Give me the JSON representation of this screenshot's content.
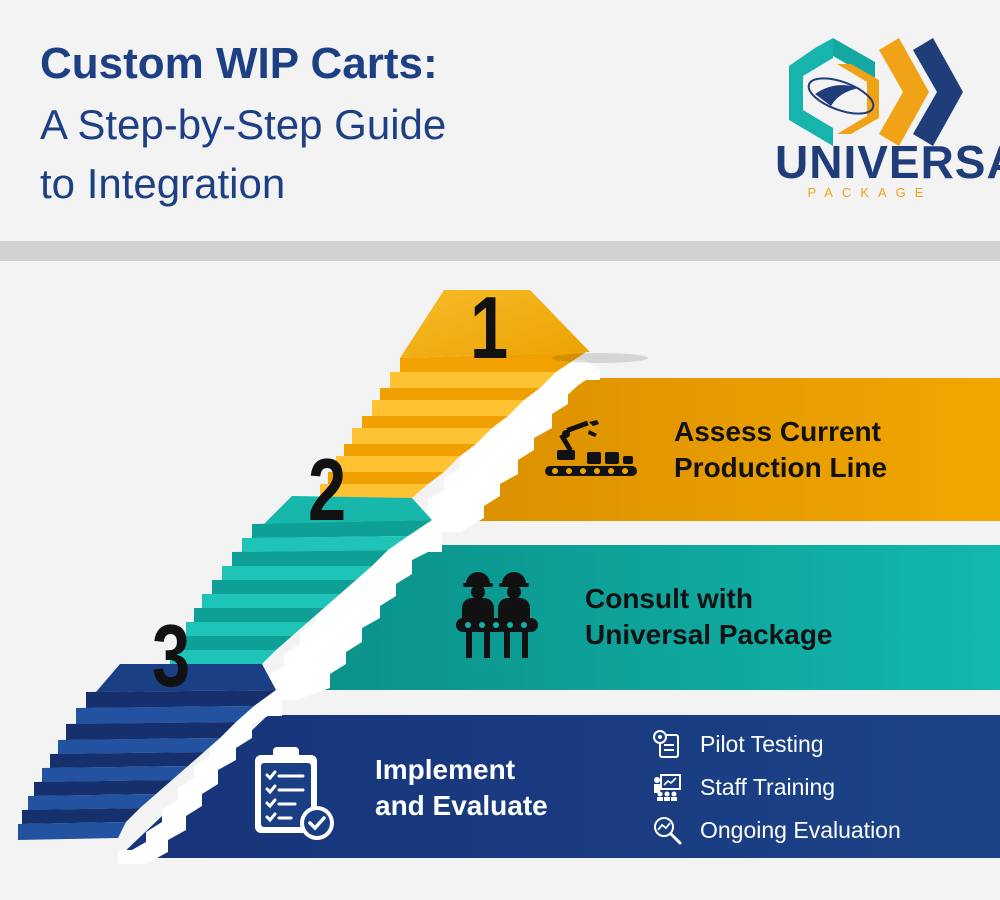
{
  "title": {
    "line1": "Custom WIP Carts:",
    "line2": "A Step-by-Step Guide",
    "line3": "to Integration"
  },
  "logo": {
    "word": "UNIVERSAL",
    "sub": "PACKAGE"
  },
  "colors": {
    "navy": "#1d3f84",
    "orange": "#f0a317",
    "teal": "#17b7b0",
    "band1": "#f0a500",
    "band2": "#12b3aa",
    "band3": "#1b3f85",
    "divider": "#d2d2d4"
  },
  "steps": [
    {
      "number": "1",
      "title_line1": "Assess Current",
      "title_line2": "Production Line",
      "icon": "robotic-arm-conveyor-icon"
    },
    {
      "number": "2",
      "title_line1": "Consult with",
      "title_line2": "Universal Package",
      "icon": "workers-at-conveyor-icon"
    },
    {
      "number": "3",
      "title_line1": "Implement",
      "title_line2": "and Evaluate",
      "icon": "clipboard-check-icon",
      "subitems": [
        {
          "label": "Pilot Testing",
          "icon": "gear-checklist-icon"
        },
        {
          "label": "Staff Training",
          "icon": "presentation-board-icon"
        },
        {
          "label": "Ongoing Evaluation",
          "icon": "magnifier-chart-icon"
        }
      ]
    }
  ]
}
